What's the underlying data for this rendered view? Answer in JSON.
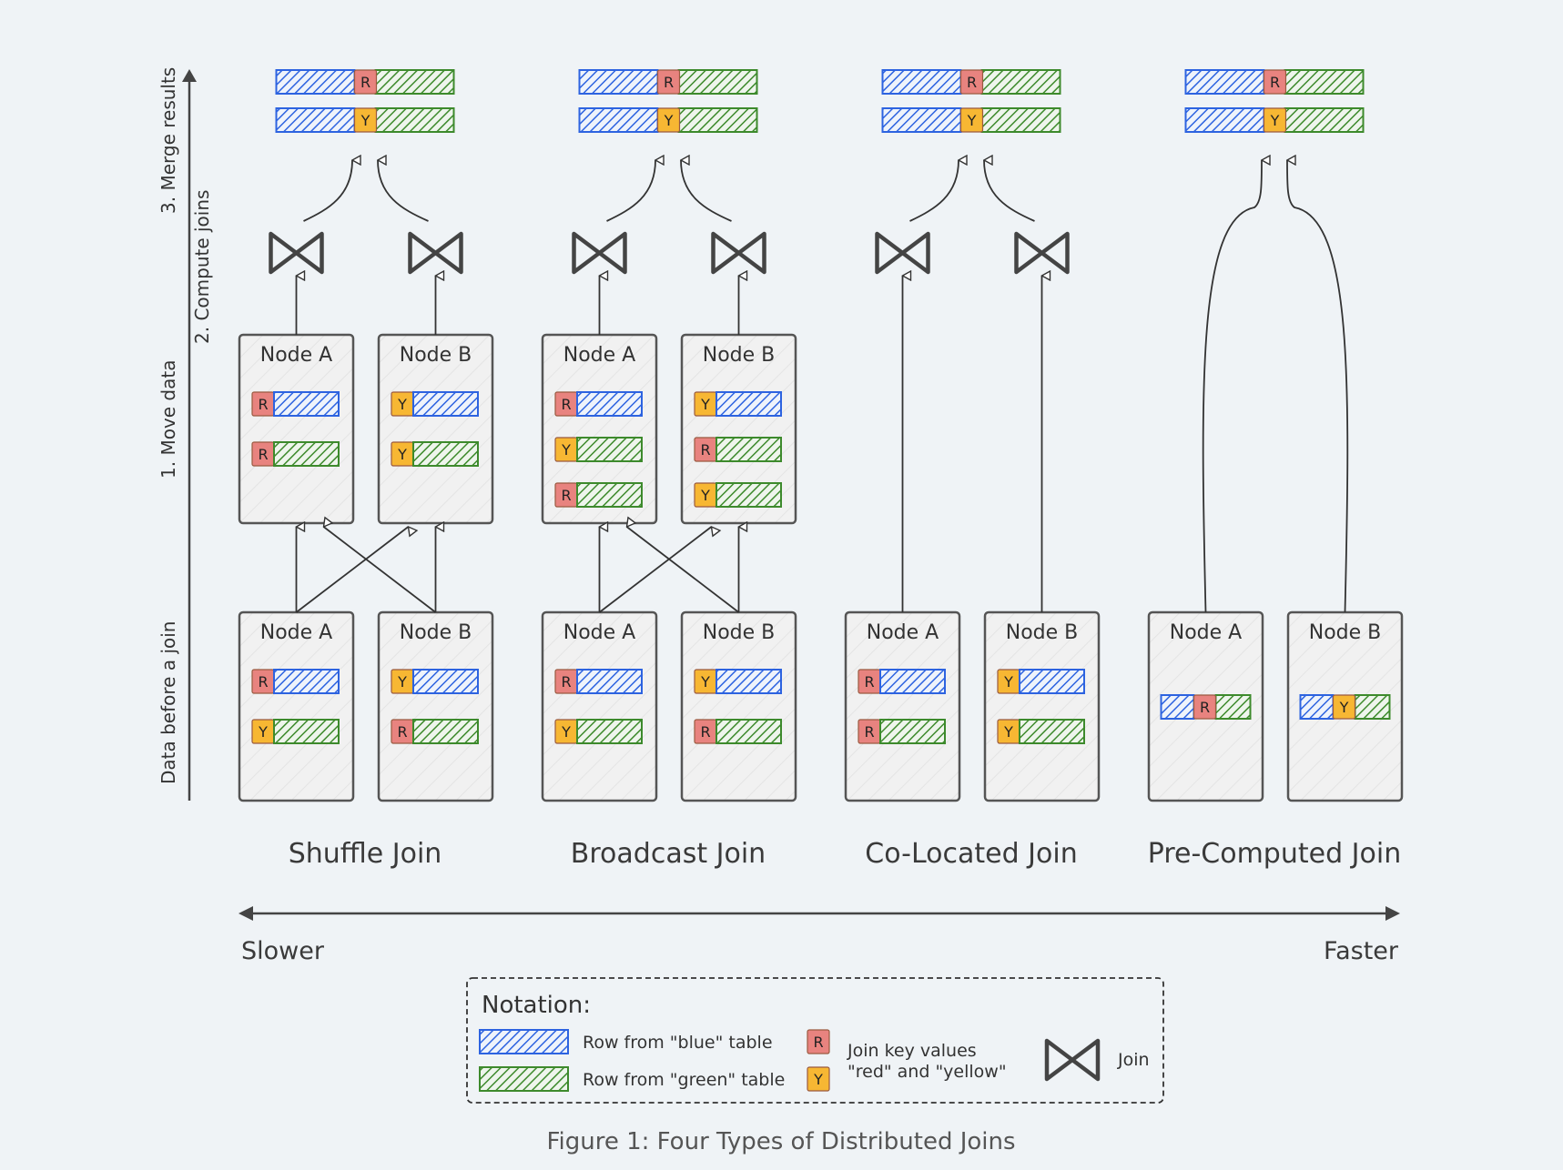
{
  "phases": [
    "3. Merge results",
    "2. Compute joins",
    "1. Move data",
    "Data before a join"
  ],
  "node_labels": {
    "a": "Node A",
    "b": "Node B"
  },
  "key_letters": {
    "red": "R",
    "yellow": "Y"
  },
  "join_types": [
    "Shuffle Join",
    "Broadcast Join",
    "Co-Located Join",
    "Pre-Computed Join"
  ],
  "speed": {
    "left": "Slower",
    "right": "Faster"
  },
  "legend": {
    "title": "Notation:",
    "blue_row": "Row from \"blue\" table",
    "green_row": "Row from \"green\" table",
    "keys_line1": "Join key values",
    "keys_line2": "\"red\" and \"yellow\"",
    "join": "Join"
  },
  "caption": "Figure 1: Four Types of Distributed Joins",
  "colors": {
    "blue": "#2d63e0",
    "green": "#3d8a2c",
    "red_key": "#e8837f",
    "yellow_key": "#f7b733",
    "frame": "#555555",
    "background": "#eff3f6"
  }
}
